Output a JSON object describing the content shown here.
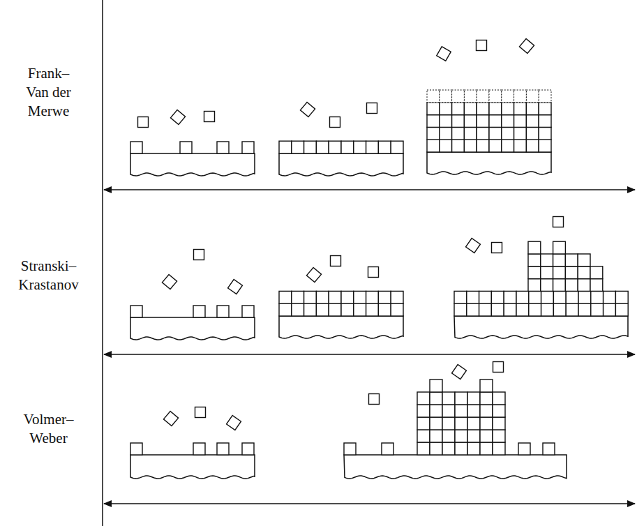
{
  "diagram": {
    "labels": [
      "Frank– Van der Merwe",
      "Stranski– Krastanov",
      "Volmer– Weber"
    ]
  }
}
